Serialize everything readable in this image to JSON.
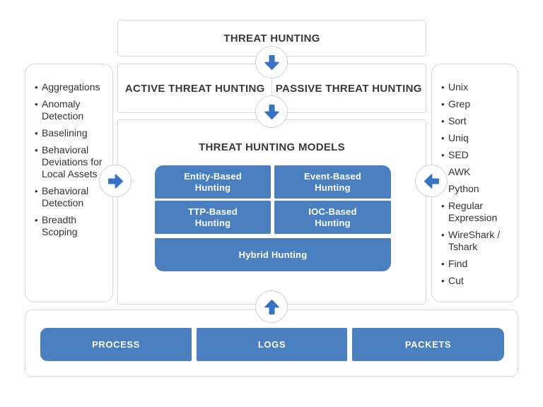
{
  "diagram": {
    "top_box": {
      "title": "THREAT HUNTING"
    },
    "row2": {
      "active": "ACTIVE THREAT HUNTING",
      "passive": "PASSIVE THREAT HUNTING"
    },
    "models": {
      "title": "THREAT HUNTING MODELS",
      "buttons": [
        "Entity-Based\nHunting",
        "Event-Based\nHunting",
        "TTP-Based\nHunting",
        "IOC-Based\nHunting",
        "Hybrid Hunting"
      ]
    },
    "left_panel": {
      "items": [
        "Aggregations",
        "Anomaly Detection",
        "Baselining",
        "Behavioral Deviations for Local Assets",
        "Behavioral Detection",
        "Breadth Scoping"
      ]
    },
    "right_panel": {
      "items": [
        "Unix",
        "Grep",
        "Sort",
        "Uniq",
        "SED",
        "AWK",
        "Python",
        "Regular Expression",
        "WireShark / Tshark",
        "Find",
        "Cut"
      ]
    },
    "bottom": {
      "buttons": [
        "PROCESS",
        "LOGS",
        "PACKETS"
      ]
    },
    "icons": {
      "connectors": [
        "down-arrow",
        "down-arrow",
        "right-arrow",
        "left-arrow",
        "up-arrow"
      ]
    },
    "colors": {
      "button_blue": "#4a7fc0",
      "arrow_blue": "#3a72c3",
      "border_gray": "#d9d9d9",
      "text_dark": "#3a3a3a"
    }
  }
}
